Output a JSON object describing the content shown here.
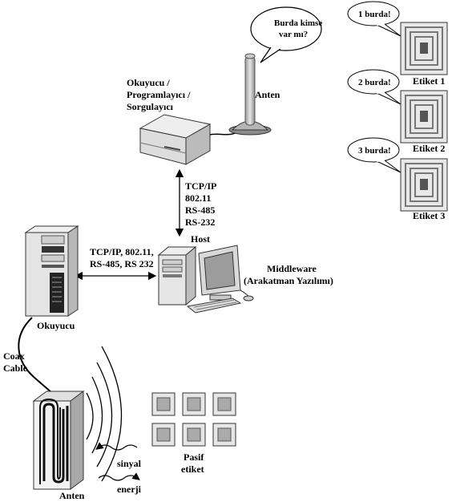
{
  "reader_label": [
    "Okuyucu /",
    "Programlayıcı /",
    "Sorgulayıcı"
  ],
  "antenna_top_label": "Anten",
  "question_bubble": [
    "Burda kimse",
    "var mı?"
  ],
  "tags": [
    {
      "reply": "1 burda!",
      "label": "Etiket 1"
    },
    {
      "reply": "2 burda!",
      "label": "Etiket 2"
    },
    {
      "reply": "3 burda!",
      "label": "Etiket 3"
    }
  ],
  "vertical_link": [
    "TCP/IP",
    "802.11",
    "RS-485",
    "RS-232"
  ],
  "host_label": "Host",
  "horizontal_link": [
    "TCP/IP, 802.11,",
    "RS-485, RS 232"
  ],
  "middleware_label": [
    "Middleware",
    "(Arakatman Yazılımı)"
  ],
  "server_label": "Okuyucu",
  "cable_label": [
    "Coax",
    "Cable"
  ],
  "antenna_bottom_label": "Anten",
  "signal_label": "sinyal",
  "energy_label": "enerji",
  "passive_label": [
    "Pasif",
    "etiket"
  ]
}
